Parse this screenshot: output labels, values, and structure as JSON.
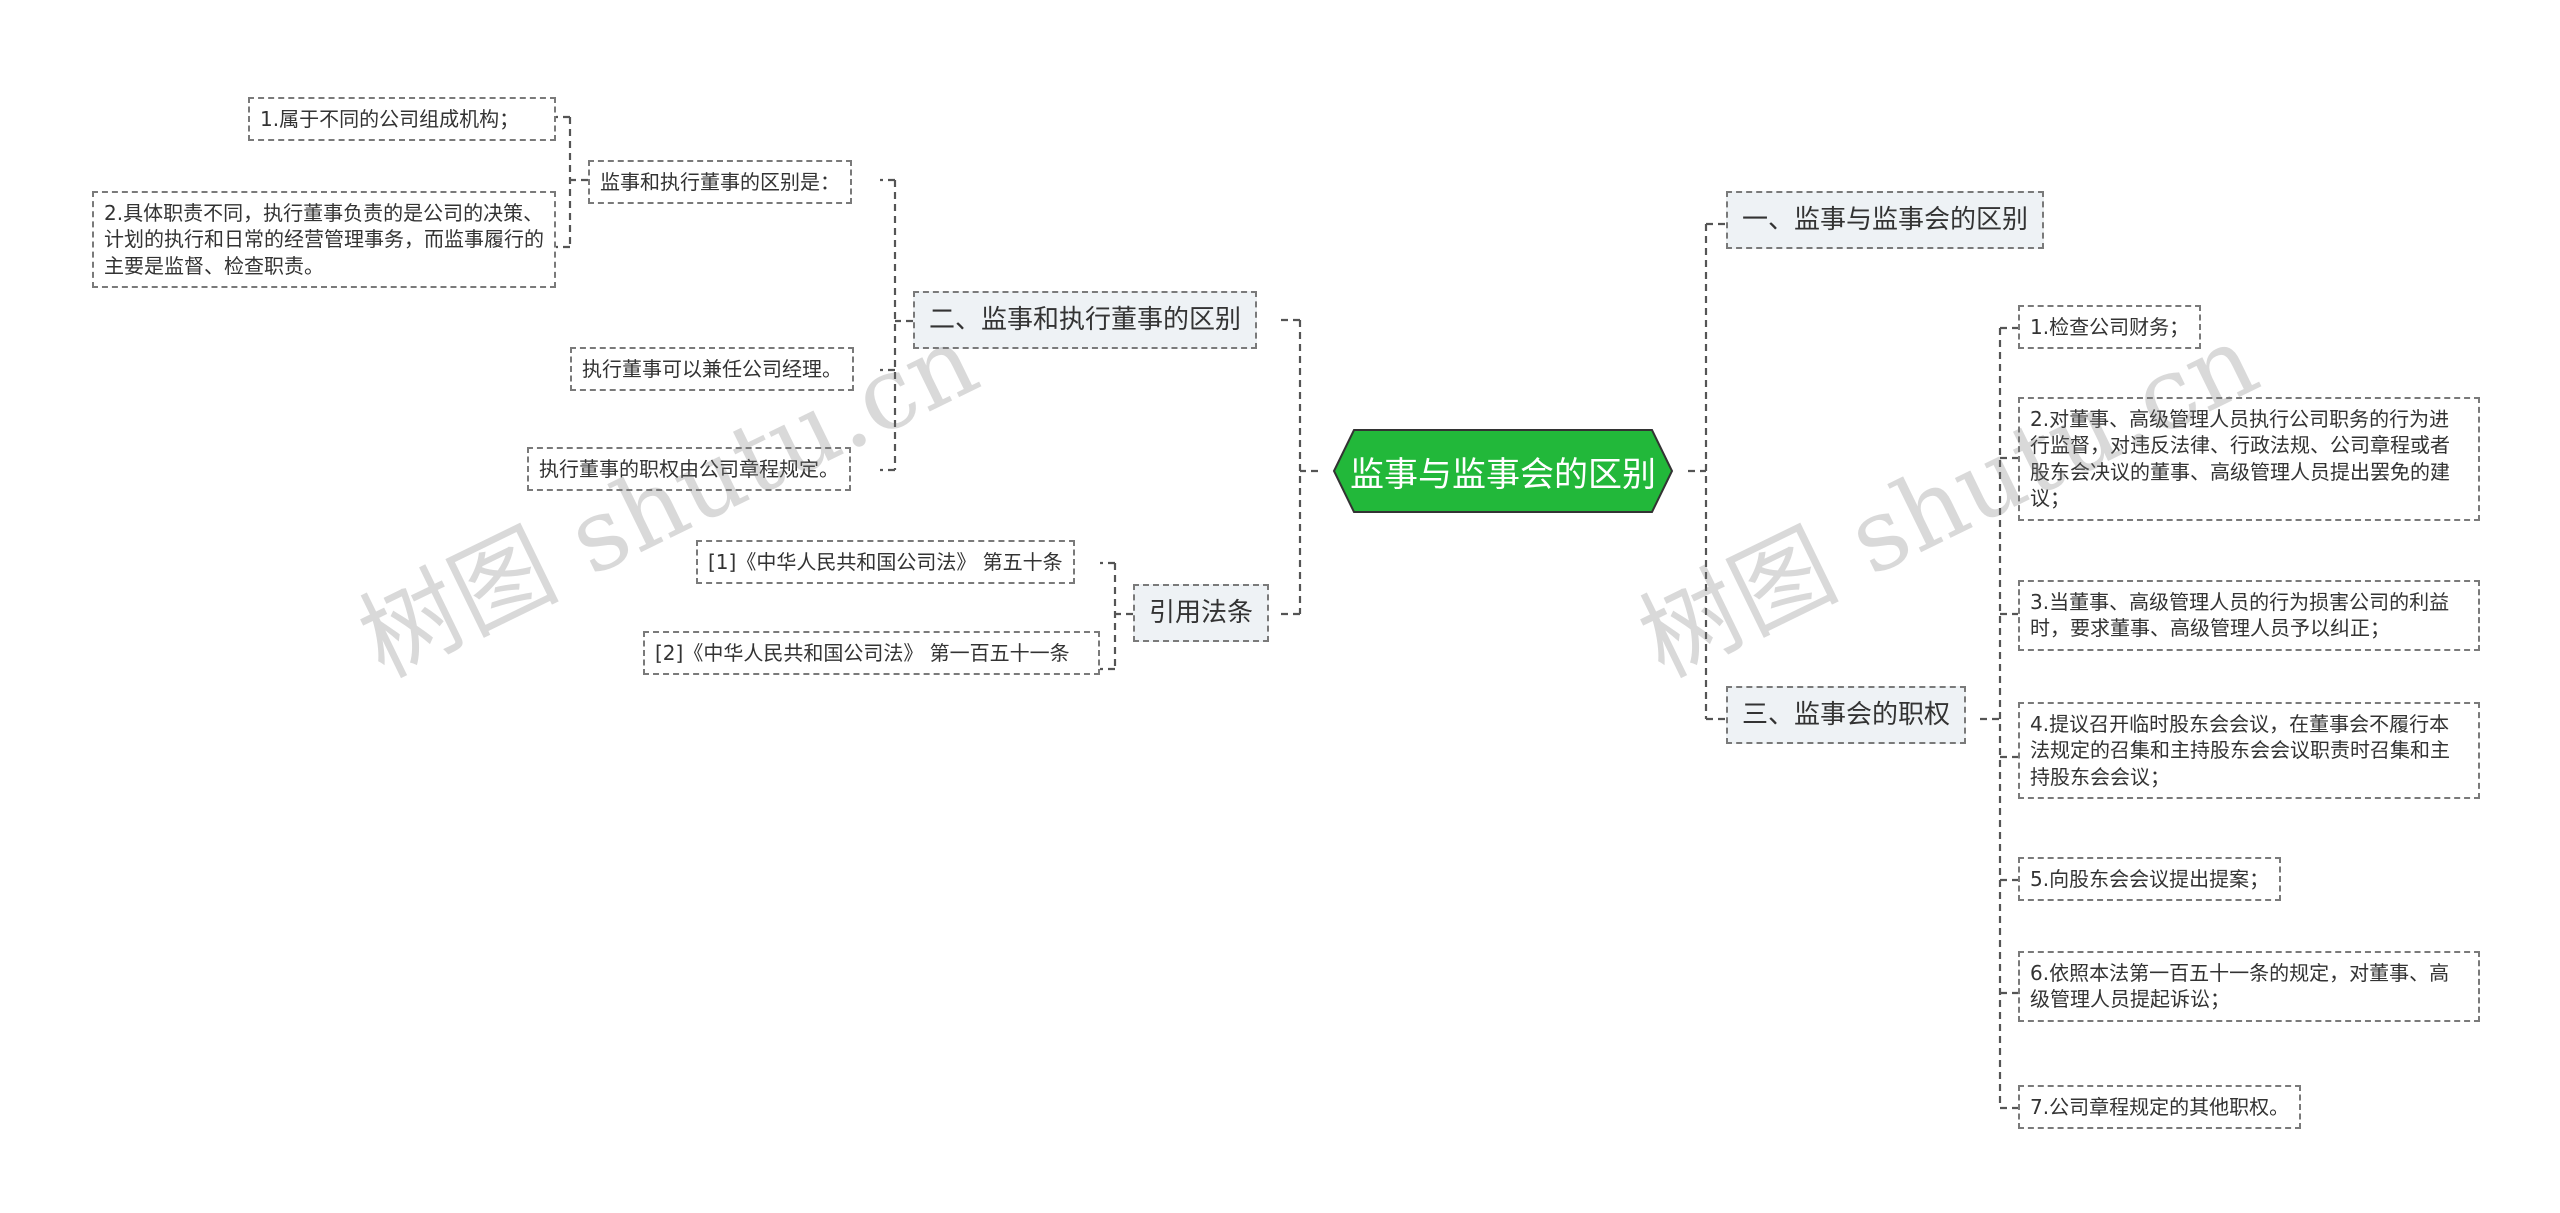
{
  "root": {
    "title": "监事与监事会的区别",
    "color": "#22b83a"
  },
  "left": {
    "branch_diff": {
      "label": "二、监事和执行董事的区别",
      "sub": {
        "label": "监事和执行董事的区别是：",
        "items": [
          "1.属于不同的公司组成机构；",
          "2.具体职责不同，执行董事负责的是公司的决策、计划的执行和日常的经营管理事务，而监事履行的主要是监督、检查职责。"
        ]
      },
      "items": [
        "执行董事可以兼任公司经理。",
        "执行董事的职权由公司章程规定。"
      ]
    },
    "branch_law": {
      "label": "引用法条",
      "items": [
        "[1]《中华人民共和国公司法》 第五十条",
        "[2]《中华人民共和国公司法》 第一百五十一条"
      ]
    }
  },
  "right": {
    "branch_one": {
      "label": "一、监事与监事会的区别"
    },
    "branch_three": {
      "label": "三、监事会的职权",
      "items": [
        "1.检查公司财务；",
        "2.对董事、高级管理人员执行公司职务的行为进行监督，对违反法律、行政法规、公司章程或者股东会决议的董事、高级管理人员提出罢免的建议；",
        "3.当董事、高级管理人员的行为损害公司的利益时，要求董事、高级管理人员予以纠正；",
        "4.提议召开临时股东会会议，在董事会不履行本法规定的召集和主持股东会会议职责时召集和主持股东会会议；",
        "5.向股东会会议提出提案；",
        "6.依照本法第一百五十一条的规定，对董事、高级管理人员提起诉讼；",
        "7.公司章程规定的其他职权。"
      ]
    }
  },
  "watermarks": [
    "树图 shutu.cn",
    "树图 shutu.cn"
  ]
}
